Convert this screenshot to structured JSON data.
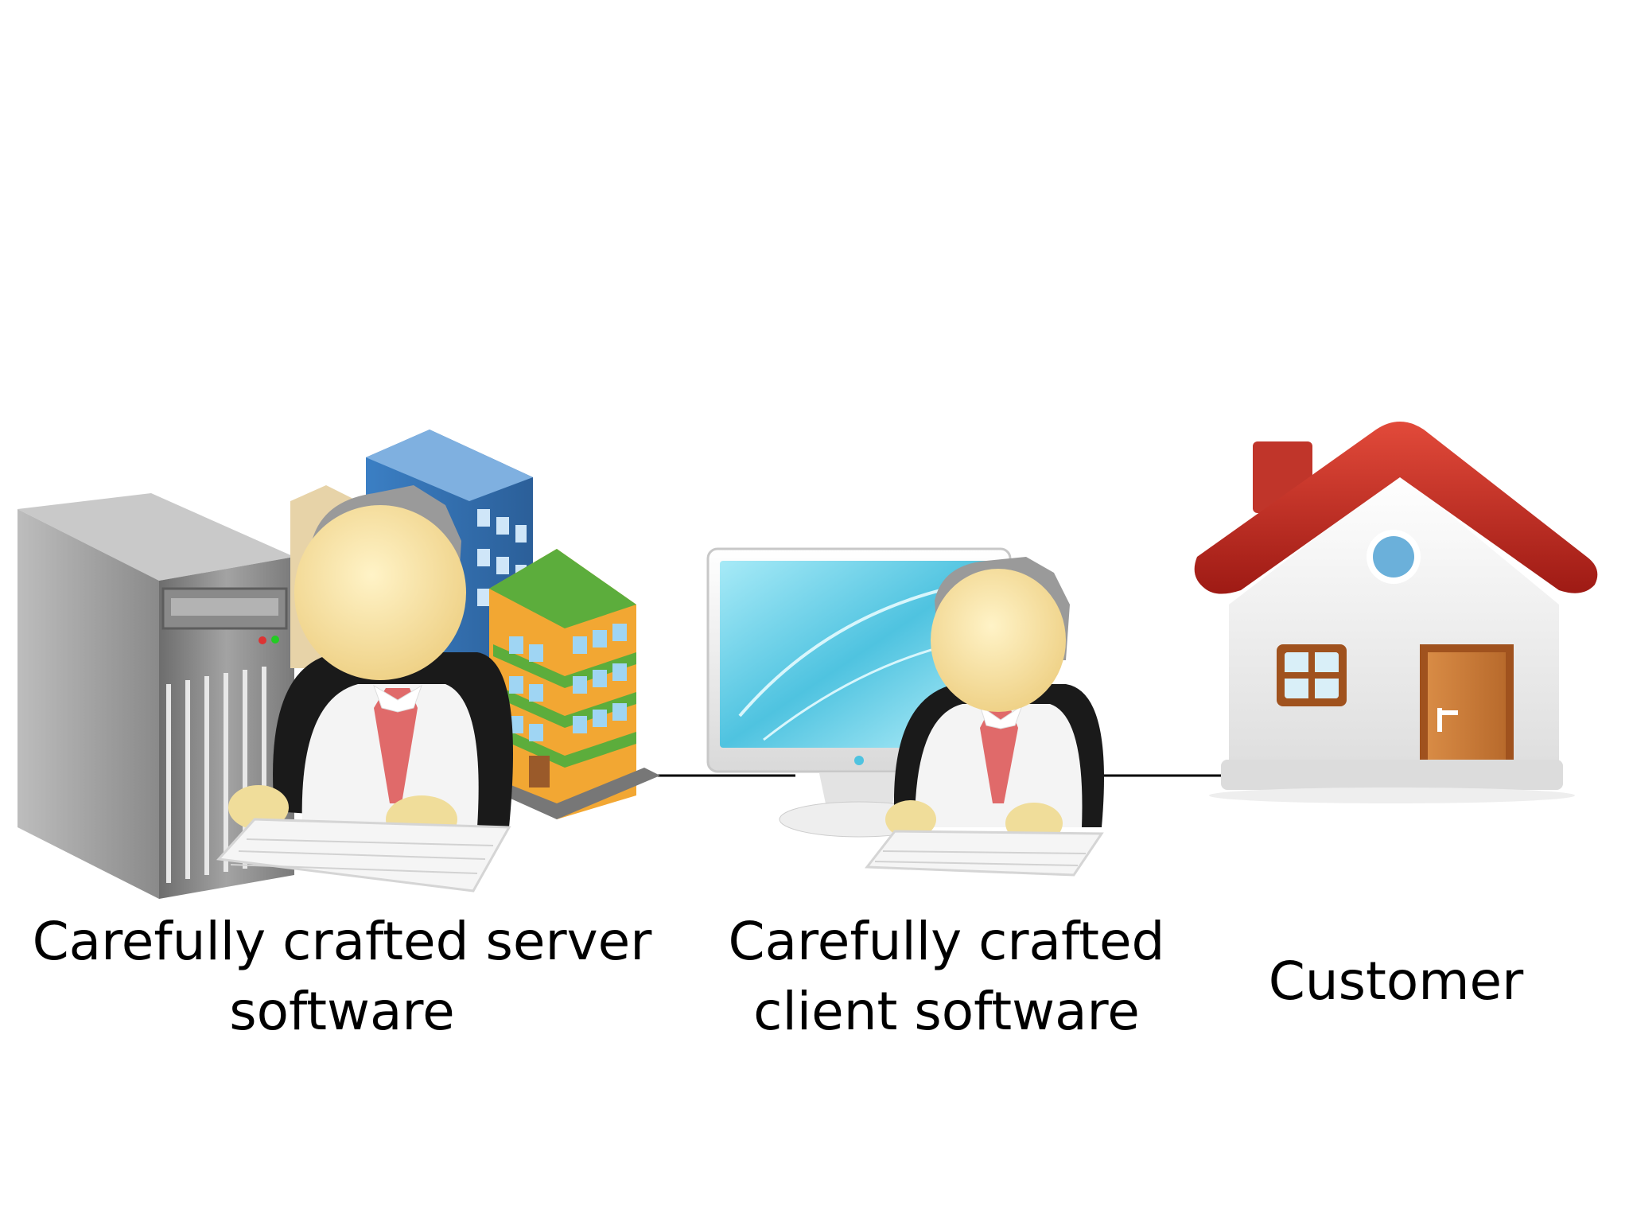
{
  "nodes": [
    {
      "id": "server",
      "label": "Carefully crafted server\nsoftware"
    },
    {
      "id": "client",
      "label": "Carefully crafted\nclient software"
    },
    {
      "id": "customer",
      "label": "Customer"
    }
  ],
  "edges": [
    {
      "from": "server",
      "to": "client"
    },
    {
      "from": "client",
      "to": "customer"
    }
  ],
  "colors": {
    "roof": "#b8241e",
    "door": "#c77a3a",
    "screen": "#7fd6ea",
    "building_green": "#5cad3c",
    "building_orange": "#f2a733",
    "building_blue": "#4a8fd0",
    "tie": "#e06a6a",
    "face": "#f6e3a4",
    "tower": "#9a9a9a"
  }
}
